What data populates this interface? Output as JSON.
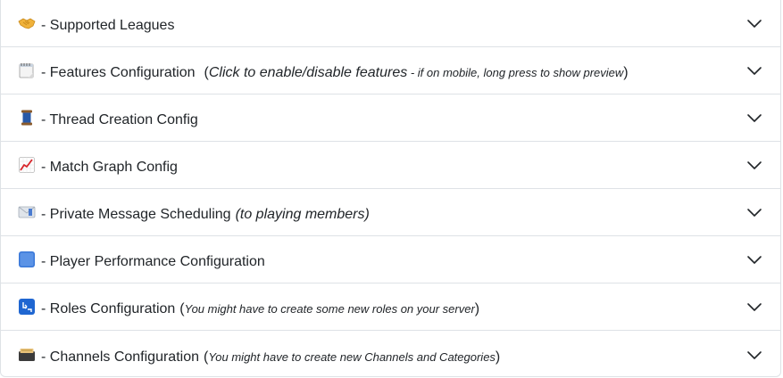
{
  "accordion": {
    "items": [
      {
        "icon": "handshake-icon",
        "label": "- Supported Leagues",
        "open_paren": "",
        "note_italic": "",
        "note_small": "",
        "close_paren": ""
      },
      {
        "icon": "spiral-notepad-icon",
        "label": "- Features Configuration",
        "open_paren": "(",
        "note_italic": "Click to enable/disable features",
        "note_small": " - if on mobile, long press to show preview",
        "close_paren": ")"
      },
      {
        "icon": "thread-spool-icon",
        "label": "- Thread Creation Config",
        "open_paren": "",
        "note_italic": "",
        "note_small": "",
        "close_paren": ""
      },
      {
        "icon": "chart-increasing-icon",
        "label": "- Match Graph Config",
        "open_paren": "",
        "note_italic": "",
        "note_small": "",
        "close_paren": ""
      },
      {
        "icon": "envelope-icon",
        "label": "- Private Message Scheduling",
        "open_paren": "",
        "note_italic": "(to playing members)",
        "note_small": "",
        "close_paren": ""
      },
      {
        "icon": "input-numbers-icon",
        "label": "- Player Performance Configuration",
        "open_paren": "",
        "note_italic": "",
        "note_small": "",
        "close_paren": ""
      },
      {
        "icon": "roles-icon",
        "label": "- Roles Configuration",
        "open_paren": "(",
        "note_italic": "",
        "note_small": "You might have to create some new roles on your server",
        "close_paren": ")"
      },
      {
        "icon": "card-index-icon",
        "label": "- Channels Configuration",
        "open_paren": "(",
        "note_italic": "",
        "note_small": "You might have to create new Channels and Categories",
        "close_paren": ")"
      }
    ]
  }
}
